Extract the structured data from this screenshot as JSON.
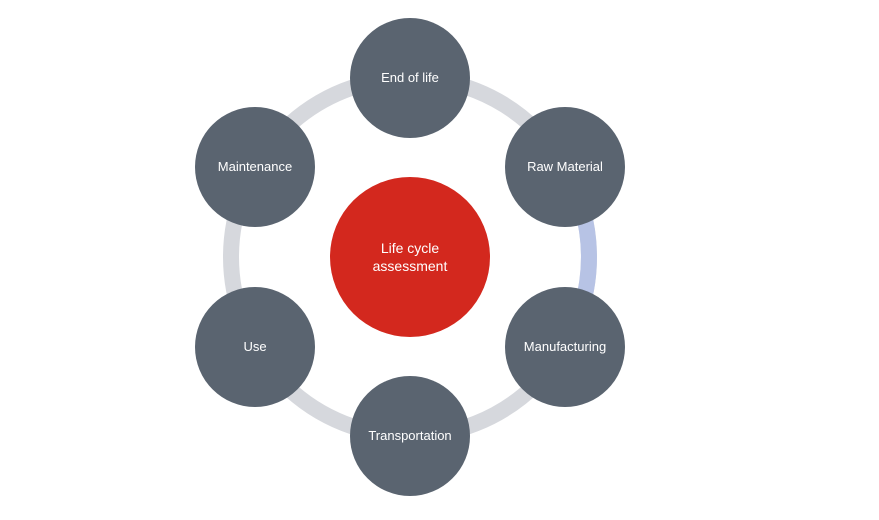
{
  "diagram": {
    "type": "cycle",
    "center": {
      "label": "Life cycle assessment"
    },
    "nodes": [
      {
        "label": "End of life"
      },
      {
        "label": "Raw Material"
      },
      {
        "label": "Manufacturing"
      },
      {
        "label": "Transportation"
      },
      {
        "label": "Use"
      },
      {
        "label": "Maintenance"
      }
    ],
    "colors": {
      "node_fill": "#5a6470",
      "center_fill": "#d3281e",
      "ring": "#d6d8dd",
      "ring_highlight": "#b7c3e5",
      "text": "#ffffff",
      "background": "#ffffff"
    }
  }
}
